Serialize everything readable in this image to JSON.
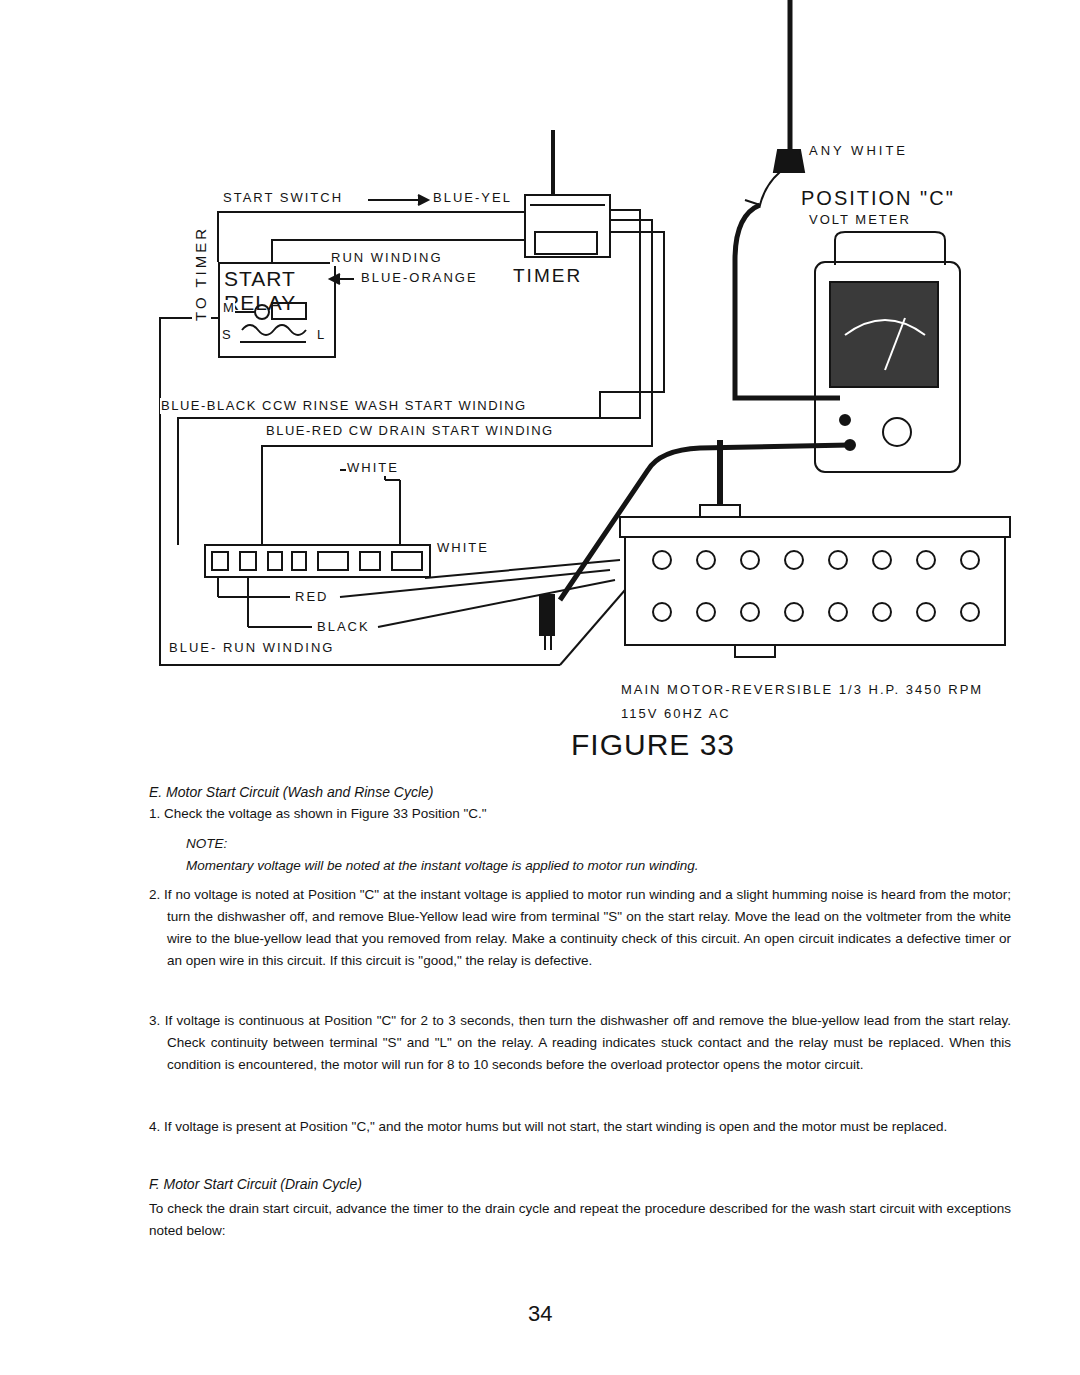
{
  "diagram": {
    "caption": "FIGURE 33",
    "nodes": [
      {
        "text": [
          "START RELAY"
        ]
      }
    ],
    "labels": [
      "ANY WHITE",
      "START SWITCH",
      "BLUE-YEL",
      "POSITION \"C\"",
      "VOLT METER",
      "TO TIMER",
      "RUN WINDING",
      "BLUE-ORANGE",
      "TIMER",
      "M",
      "S",
      "L",
      "BLUE-BLACK CCW RINSE WASH START WINDING",
      "BLUE-RED CW DRAIN START WINDING",
      "WHITE",
      "WHITE",
      "RED",
      "BLACK",
      "BLUE- RUN WINDING",
      "MAIN MOTOR-REVERSIBLE 1/3 H.P. 3450 RPM",
      "115V 60HZ AC",
      "E. Motor Start Circuit (Wash and Rinse Cycle)",
      "1. Check the voltage as shown in Figure 33 Position \"C.\"",
      "NOTE:",
      "Momentary voltage will be noted at the instant voltage is applied to motor run winding.",
      "2. If no voltage is noted at Position \"C\" at the instant voltage is applied to motor run winding and a slight humming noise is heard from the motor; turn the dishwasher off, and remove Blue-Yellow lead wire from terminal \"S\" on the start relay. Move the lead on the voltmeter from the white wire to the blue-yellow lead that you removed from relay. Make a continuity check of this circuit. An open circuit indicates a defective timer or an open wire in this circuit. If this circuit is \"good,\" the relay is defective.",
      "3. If voltage is continuous at Position \"C\" for 2 to 3 seconds, then turn the dishwasher off and remove the blue-yellow lead from the start relay. Check continuity between terminal \"S\" and \"L\" on the relay. A reading indicates stuck contact and the relay must be replaced. When this condition is encountered, the motor will run for 8 to 10 seconds before the overload protector opens the motor circuit.",
      "4. If voltage is present at Position \"C,\" and the motor hums but will not start, the start winding is open and the motor must be replaced.",
      "F. Motor Start Circuit (Drain Cycle)",
      "To check the drain start circuit, advance the timer to the drain cycle and repeat the procedure described for the wash start circuit with exceptions noted below:",
      "34"
    ]
  }
}
